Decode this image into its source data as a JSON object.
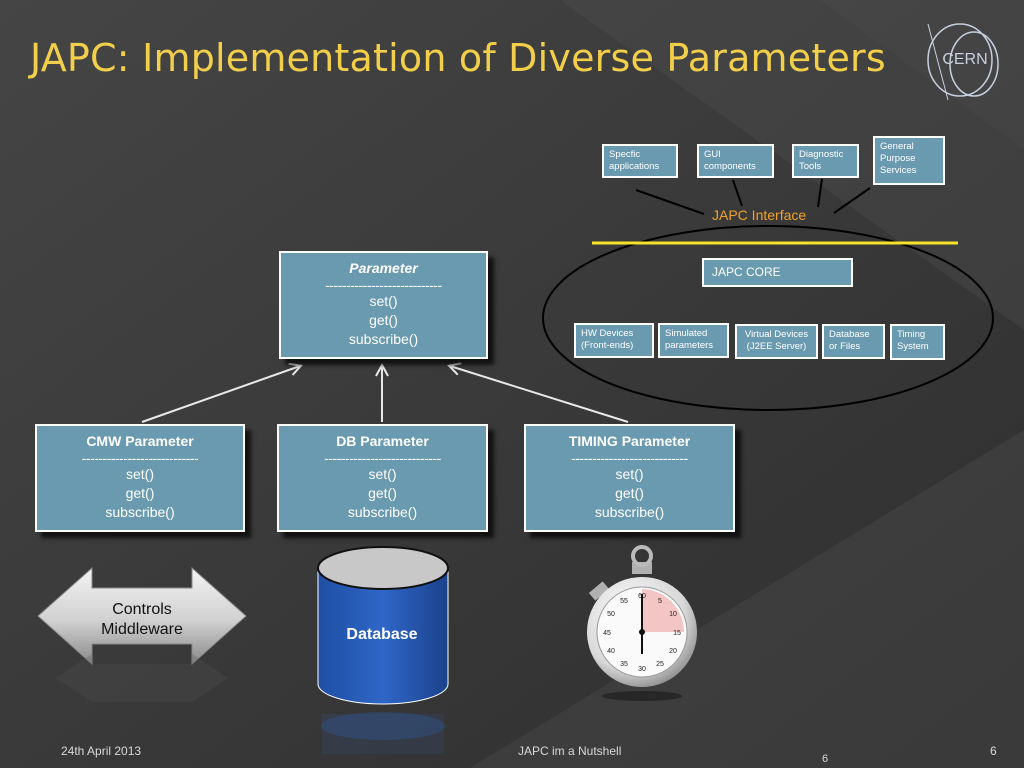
{
  "slide": {
    "title": "JAPC: Implementation of Diverse Parameters",
    "logo_text": "CERN"
  },
  "interface": {
    "clients": [
      {
        "id": "specific",
        "lines": [
          "Specfic",
          "applications"
        ]
      },
      {
        "id": "gui",
        "lines": [
          "GUI",
          "components"
        ]
      },
      {
        "id": "diag",
        "lines": [
          "Diagnostic",
          "Tools"
        ]
      },
      {
        "id": "general",
        "lines": [
          "General",
          "Purpose",
          "Services"
        ]
      }
    ],
    "label": "JAPC Interface",
    "core_label": "JAPC CORE",
    "providers": [
      {
        "id": "hw",
        "lines": [
          "HW Devices",
          "(Front-ends)"
        ]
      },
      {
        "id": "sim",
        "lines": [
          "Simulated",
          "parameters"
        ]
      },
      {
        "id": "virt",
        "lines": [
          "Virtual Devices",
          "(J2EE Server)"
        ]
      },
      {
        "id": "db",
        "lines": [
          "Database",
          "or Files"
        ]
      },
      {
        "id": "timing",
        "lines": [
          "Timing",
          "System"
        ]
      }
    ]
  },
  "classes": {
    "parent": {
      "name": "Parameter",
      "separator": "----------------------------",
      "methods": [
        "set()",
        "get()",
        "subscribe()"
      ]
    },
    "cmw": {
      "name": "CMW Parameter",
      "separator": "----------------------------",
      "methods": [
        "set()",
        "get()",
        "subscribe()"
      ]
    },
    "db": {
      "name": "DB Parameter",
      "separator": "----------------------------",
      "methods": [
        "set()",
        "get()",
        "subscribe()"
      ]
    },
    "timing": {
      "name": "TIMING Parameter",
      "separator": "----------------------------",
      "methods": [
        "set()",
        "get()",
        "subscribe()"
      ]
    }
  },
  "illustrations": {
    "middleware": [
      "Controls",
      "Middleware"
    ],
    "database": "Database",
    "stopwatch_numbers": [
      "60",
      "5",
      "10",
      "15",
      "20",
      "25",
      "30",
      "35",
      "40",
      "45",
      "50",
      "55"
    ]
  },
  "footer": {
    "date": "24th April 2013",
    "center": "JAPC im a Nutshell",
    "page_small": "6",
    "page": "6"
  },
  "colors": {
    "background": "#3a3a3a",
    "title": "#f2cf4a",
    "box_fill": "#6a9ab0",
    "interface_line": "#f5e22a",
    "interface_label": "#f0a22a",
    "database": "#2a5cb0"
  }
}
